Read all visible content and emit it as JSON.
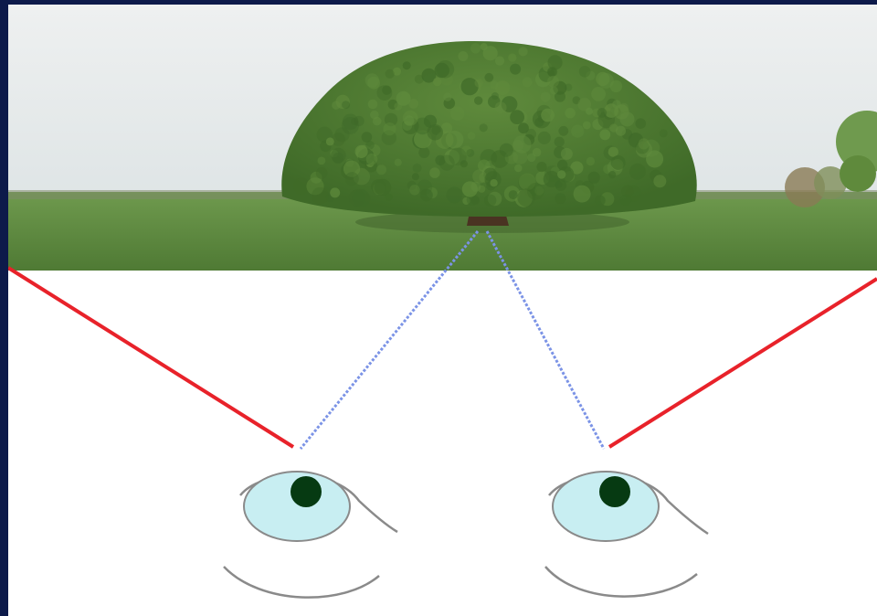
{
  "diagram": {
    "scene": "tree-in-field",
    "colors": {
      "frame": "#0d1a4a",
      "sky_top": "#eef0f0",
      "sky_bottom": "#dfe5e6",
      "grass": "#6f9a4e",
      "grass_dark": "#4f7a34",
      "foliage": "#5f8a3c",
      "foliage_dark": "#3f6a28",
      "trunk": "#4a3322",
      "field_of_view_line": "#e8222a",
      "focus_line": "#7b93e6",
      "iris": "#c8eef2",
      "pupil": "#063a12",
      "eye_outline": "#8a8a8a"
    },
    "eyes": [
      {
        "id": "left-eye"
      },
      {
        "id": "right-eye"
      }
    ]
  }
}
